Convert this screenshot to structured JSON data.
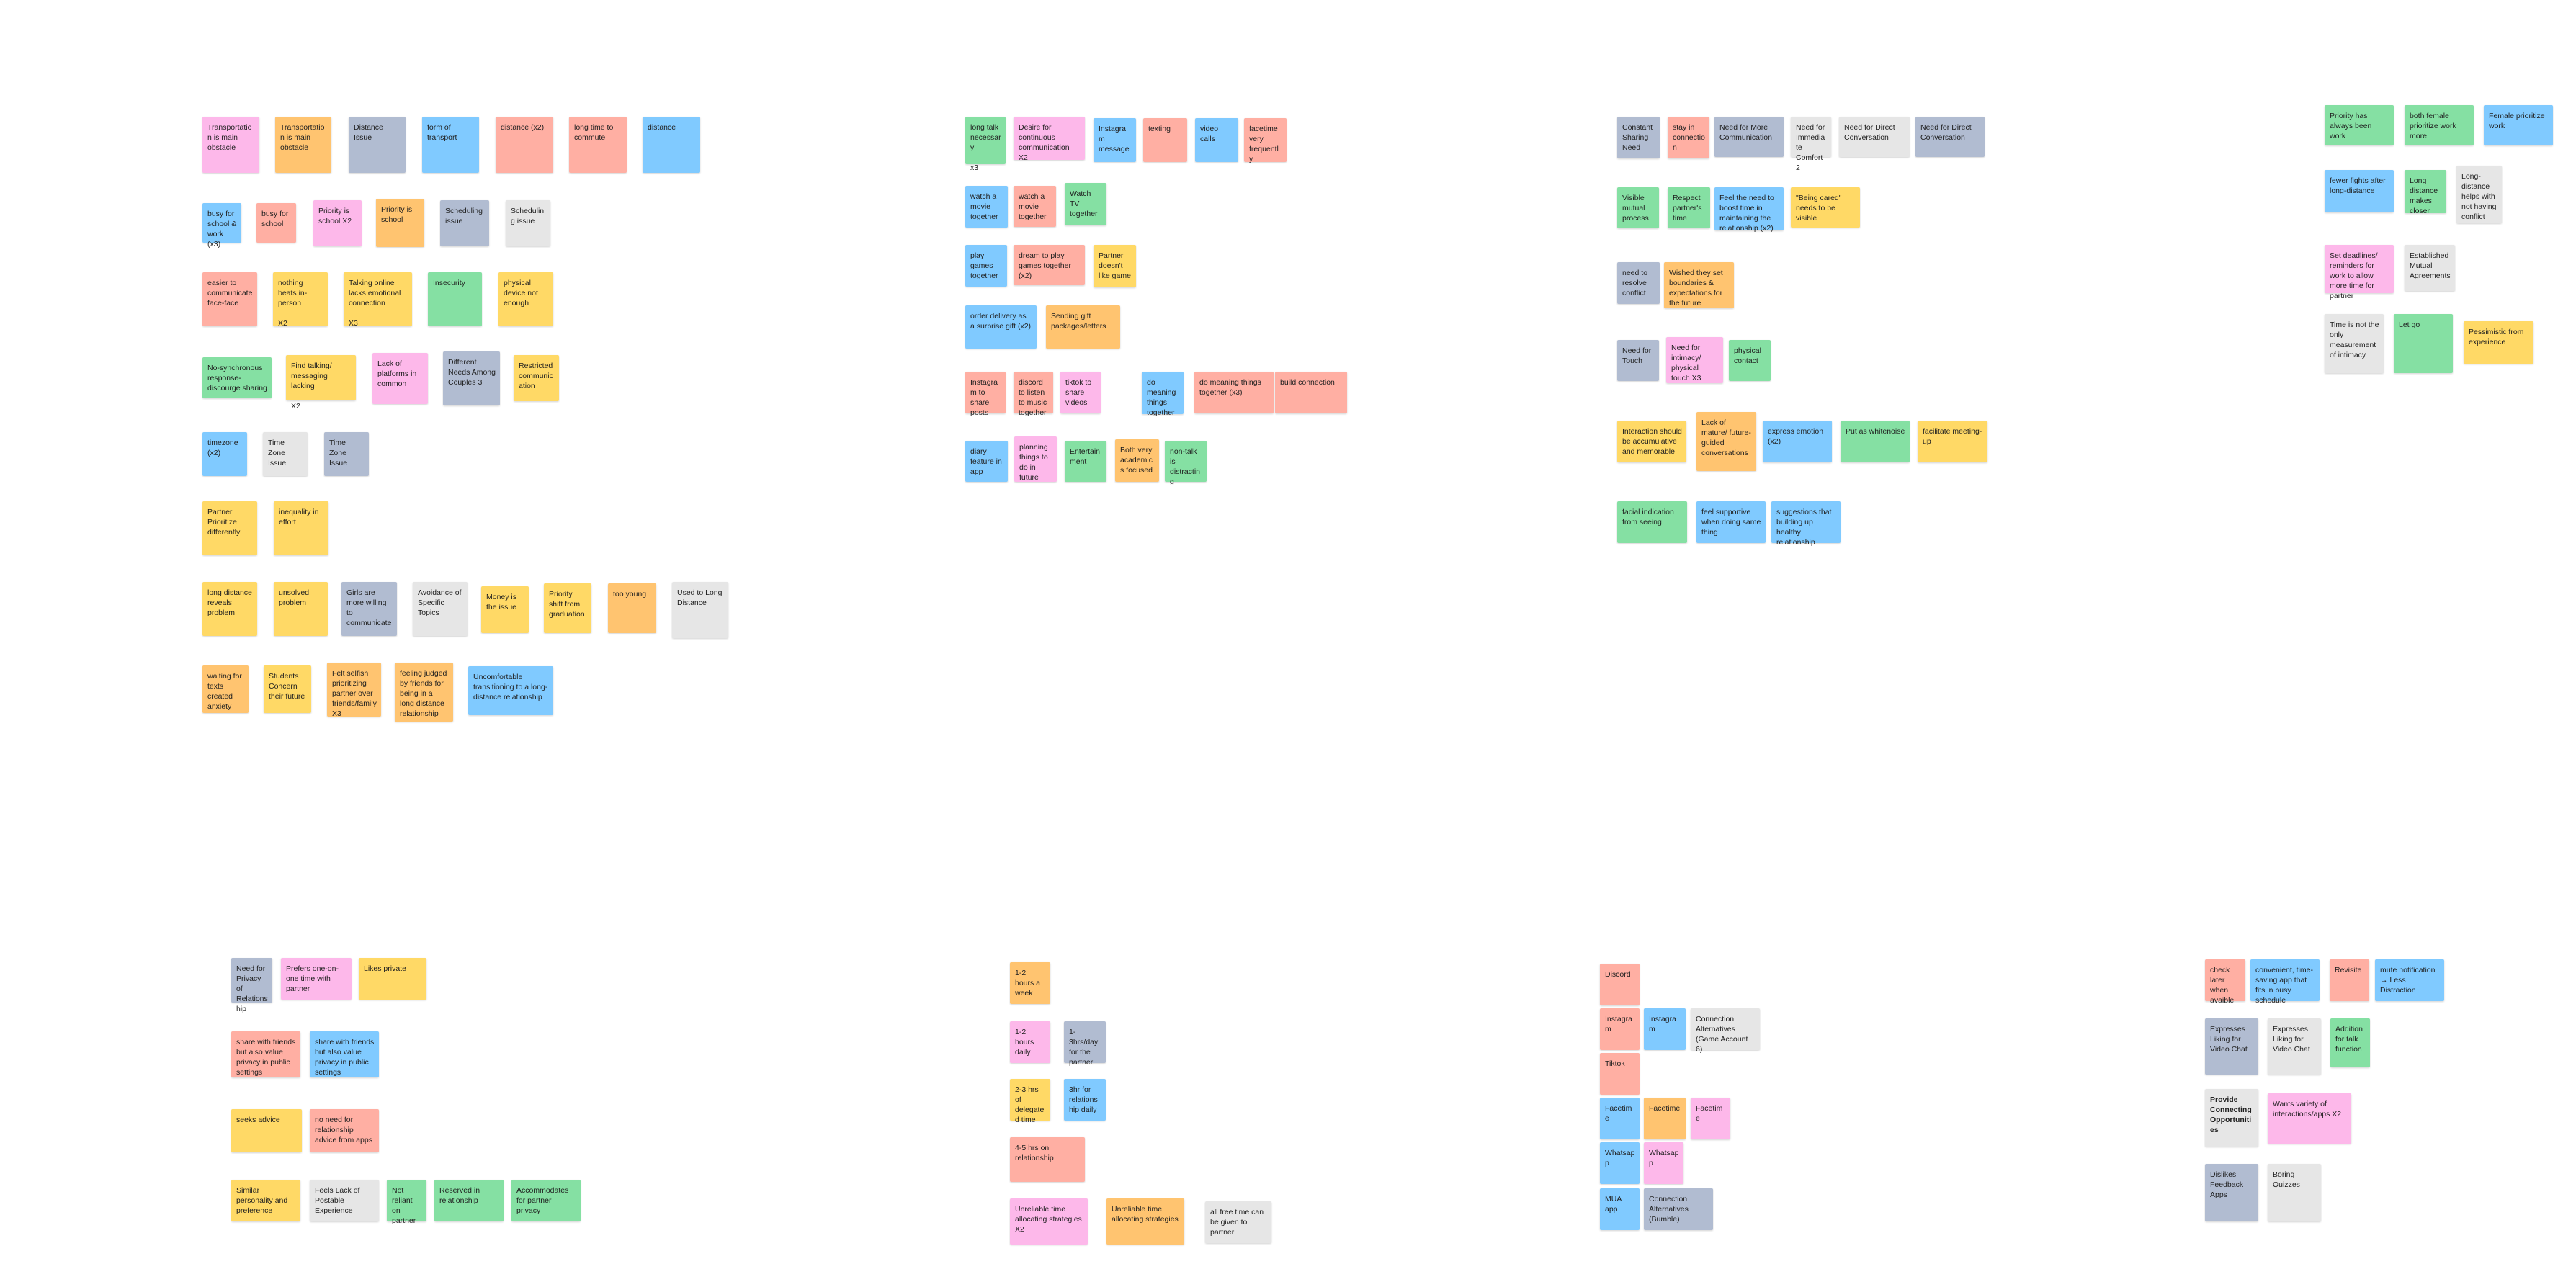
{
  "canvas": {
    "background": "#ffffff"
  },
  "palette": {
    "pink": "#fdb8ea",
    "orange": "#ffc470",
    "slate": "#b1bcd1",
    "blue": "#80caff",
    "salmon": "#ffafa3",
    "yellow": "#ffd966",
    "green": "#85e0a3",
    "gray": "#e6e6e6"
  },
  "notes": [
    {
      "text": "Transportation is main obstacle",
      "color": "pink"
    },
    {
      "text": "Transportation is main obstacle",
      "color": "orange"
    },
    {
      "text": "Distance Issue",
      "color": "slate"
    },
    {
      "text": "form of transport",
      "color": "blue"
    },
    {
      "text": "distance (x2)",
      "color": "salmon"
    },
    {
      "text": "long time to commute",
      "color": "salmon"
    },
    {
      "text": "distance",
      "color": "blue"
    },
    {
      "text": "busy for school & work (x3)",
      "color": "blue"
    },
    {
      "text": "busy for school",
      "color": "salmon"
    },
    {
      "text": "Priority is school X2",
      "color": "pink"
    },
    {
      "text": "Priority is school",
      "color": "orange"
    },
    {
      "text": "Scheduling issue",
      "color": "slate"
    },
    {
      "text": "Scheduling issue",
      "color": "gray"
    },
    {
      "text": "easier to communicate face-face",
      "color": "salmon"
    },
    {
      "text": "nothing beats in-person\n\nX2",
      "color": "yellow"
    },
    {
      "text": "Talking online lacks emotional connection\n\nX3",
      "color": "yellow"
    },
    {
      "text": "Insecurity",
      "color": "green"
    },
    {
      "text": "physical device not enough",
      "color": "yellow"
    },
    {
      "text": "No-synchronous response-discourge sharing",
      "color": "green"
    },
    {
      "text": "Find talking/ messaging lacking\n\nX2",
      "color": "yellow"
    },
    {
      "text": "Lack of platforms in common",
      "color": "pink"
    },
    {
      "text": "Different Needs Among Couples 3",
      "color": "slate"
    },
    {
      "text": "Restricted communication",
      "color": "yellow"
    },
    {
      "text": "timezone (x2)",
      "color": "blue"
    },
    {
      "text": "Time Zone Issue",
      "color": "gray"
    },
    {
      "text": "Time Zone Issue",
      "color": "slate"
    },
    {
      "text": "Partner Prioritize differently",
      "color": "yellow"
    },
    {
      "text": "inequality in effort",
      "color": "yellow"
    },
    {
      "text": "long distance reveals problem",
      "color": "yellow"
    },
    {
      "text": "unsolved problem",
      "color": "yellow"
    },
    {
      "text": "Girls are more willing to communicate",
      "color": "slate"
    },
    {
      "text": "Avoidance of Specific Topics",
      "color": "gray"
    },
    {
      "text": "Money is the issue",
      "color": "yellow"
    },
    {
      "text": "Priority shift from graduation",
      "color": "yellow"
    },
    {
      "text": "too young",
      "color": "orange"
    },
    {
      "text": "Used to Long Distance",
      "color": "gray"
    },
    {
      "text": "waiting for texts created anxiety",
      "color": "orange"
    },
    {
      "text": "Students Concern their future",
      "color": "yellow"
    },
    {
      "text": "Felt selfish prioritizing partner over friends/family X3",
      "color": "orange"
    },
    {
      "text": "feeling judged by friends for being in a long distance relationship",
      "color": "orange"
    },
    {
      "text": "Uncomfortable transitioning to a long-distance relationship",
      "color": "blue"
    },
    {
      "text": "long talk necessary\n\nx3",
      "color": "green"
    },
    {
      "text": "Desire for continuous communication X2",
      "color": "pink"
    },
    {
      "text": "Instagram message",
      "color": "blue"
    },
    {
      "text": "texting",
      "color": "salmon"
    },
    {
      "text": "video calls",
      "color": "blue"
    },
    {
      "text": "facetime very frequently",
      "color": "salmon"
    },
    {
      "text": "watch a movie together",
      "color": "blue"
    },
    {
      "text": "watch a movie together",
      "color": "salmon"
    },
    {
      "text": "Watch TV together",
      "color": "green"
    },
    {
      "text": "play games together",
      "color": "blue"
    },
    {
      "text": "dream to play games together (x2)",
      "color": "salmon"
    },
    {
      "text": "Partner doesn't like game",
      "color": "yellow"
    },
    {
      "text": "order delivery as a surprise gift (x2)",
      "color": "blue"
    },
    {
      "text": "Sending gift packages/letters",
      "color": "orange"
    },
    {
      "text": "Instagram to share posts",
      "color": "salmon"
    },
    {
      "text": "discord to listen to music together",
      "color": "salmon"
    },
    {
      "text": "tiktok to share videos",
      "color": "pink"
    },
    {
      "text": "do meaning things together",
      "color": "blue"
    },
    {
      "text": "do meaning things together (x3)",
      "color": "salmon"
    },
    {
      "text": "build connection",
      "color": "salmon"
    },
    {
      "text": "diary feature in app",
      "color": "blue"
    },
    {
      "text": "planning things to do in future",
      "color": "pink"
    },
    {
      "text": "Entertainment",
      "color": "green"
    },
    {
      "text": "Both very academics focused",
      "color": "orange"
    },
    {
      "text": "non-talk is distracting",
      "color": "green"
    },
    {
      "text": "Constant Sharing Need",
      "color": "slate"
    },
    {
      "text": "stay in connection",
      "color": "salmon"
    },
    {
      "text": "Need for More Communication",
      "color": "slate"
    },
    {
      "text": "Need for Immediate Comfort 2",
      "color": "gray"
    },
    {
      "text": "Need for Direct Conversation",
      "color": "gray"
    },
    {
      "text": "Need for Direct Conversation",
      "color": "slate"
    },
    {
      "text": "Visible mutual process",
      "color": "green"
    },
    {
      "text": "Respect partner's time",
      "color": "green"
    },
    {
      "text": "Feel the need to boost time in maintaining the relationship (x2)",
      "color": "blue"
    },
    {
      "text": "\"Being cared\" needs to be visible",
      "color": "yellow"
    },
    {
      "text": "need to resolve conflict",
      "color": "slate"
    },
    {
      "text": "Wished they set boundaries & expectations for the future",
      "color": "orange"
    },
    {
      "text": "Need for Touch",
      "color": "slate"
    },
    {
      "text": "Need for intimacy/ physical touch X3",
      "color": "pink"
    },
    {
      "text": "physical contact",
      "color": "green"
    },
    {
      "text": "Interaction should be accumulative and memorable",
      "color": "yellow"
    },
    {
      "text": "Lack of mature/ future-guided conversations",
      "color": "orange"
    },
    {
      "text": "express emotion (x2)",
      "color": "blue"
    },
    {
      "text": "Put as whitenoise",
      "color": "green"
    },
    {
      "text": "facilitate meeting-up",
      "color": "yellow"
    },
    {
      "text": "facial indication from seeing",
      "color": "green"
    },
    {
      "text": "feel supportive when doing same thing",
      "color": "blue"
    },
    {
      "text": "suggestions that building up healthy relationship",
      "color": "blue"
    },
    {
      "text": "Priority has always been work",
      "color": "green"
    },
    {
      "text": "both female prioritize work more",
      "color": "green"
    },
    {
      "text": "Female prioritize work",
      "color": "blue"
    },
    {
      "text": "fewer fights after long-distance",
      "color": "blue"
    },
    {
      "text": "Long distance makes closer",
      "color": "green"
    },
    {
      "text": "Long-distance helps with not having conflict",
      "color": "gray"
    },
    {
      "text": "Set deadlines/ reminders for work to allow more time for partner",
      "color": "pink"
    },
    {
      "text": "Established Mutual Agreements",
      "color": "gray"
    },
    {
      "text": "Time is not the only measurement of intimacy",
      "color": "gray"
    },
    {
      "text": "Let go",
      "color": "green"
    },
    {
      "text": "Pessimistic from experience",
      "color": "yellow"
    },
    {
      "text": "Need for Privacy of Relationship",
      "color": "slate"
    },
    {
      "text": "Prefers one-on-one time with partner",
      "color": "pink"
    },
    {
      "text": "Likes private",
      "color": "yellow"
    },
    {
      "text": "share with friends but also value privacy in public settings",
      "color": "salmon"
    },
    {
      "text": "share with friends but also value privacy in public settings",
      "color": "blue"
    },
    {
      "text": "seeks advice",
      "color": "yellow"
    },
    {
      "text": "no need for relationship advice from apps",
      "color": "salmon"
    },
    {
      "text": "Similar personality and preference",
      "color": "yellow"
    },
    {
      "text": "Feels Lack of Postable Experience",
      "color": "gray"
    },
    {
      "text": "Not reliant on partner",
      "color": "green"
    },
    {
      "text": "Reserved in relationship",
      "color": "green"
    },
    {
      "text": "Accommodates for partner privacy",
      "color": "green"
    },
    {
      "text": "1-2 hours a week",
      "color": "orange"
    },
    {
      "text": "1-2 hours daily",
      "color": "pink"
    },
    {
      "text": "1-3hrs/day for the partner",
      "color": "slate"
    },
    {
      "text": "2-3 hrs of delegated time",
      "color": "yellow"
    },
    {
      "text": "3hr for relationship daily",
      "color": "blue"
    },
    {
      "text": "4-5 hrs on relationship",
      "color": "salmon"
    },
    {
      "text": "Unreliable time allocating strategies X2",
      "color": "pink"
    },
    {
      "text": "Unreliable time allocating strategies",
      "color": "orange"
    },
    {
      "text": "all free time can be given to partner",
      "color": "gray"
    },
    {
      "text": "Discord",
      "color": "salmon"
    },
    {
      "text": "Instagram",
      "color": "salmon"
    },
    {
      "text": "Instagram",
      "color": "blue"
    },
    {
      "text": "Connection Alternatives (Game Account 6)",
      "color": "gray"
    },
    {
      "text": "Tiktok",
      "color": "salmon"
    },
    {
      "text": "Facetime",
      "color": "blue"
    },
    {
      "text": "Facetime",
      "color": "orange"
    },
    {
      "text": "Facetime",
      "color": "pink"
    },
    {
      "text": "Whatsapp",
      "color": "blue"
    },
    {
      "text": "Whatsapp",
      "color": "pink"
    },
    {
      "text": "MUA app",
      "color": "blue"
    },
    {
      "text": "Connection Alternatives (Bumble)",
      "color": "slate"
    },
    {
      "text": "check later when avaible",
      "color": "salmon"
    },
    {
      "text": "convenient, time-saving app that fits in busy schedule",
      "color": "blue"
    },
    {
      "text": "Revisite",
      "color": "salmon"
    },
    {
      "text": "mute notification → Less Distraction",
      "color": "blue"
    },
    {
      "text": "Expresses Liking for Video Chat",
      "color": "slate"
    },
    {
      "text": "Expresses Liking for Video Chat",
      "color": "gray"
    },
    {
      "text": "Addition for talk function",
      "color": "green"
    },
    {
      "text": "Provide Connecting Opportunities",
      "color": "gray",
      "bold": true
    },
    {
      "text": "Wants variety of interactions/apps X2",
      "color": "pink"
    },
    {
      "text": "Dislikes Feedback Apps",
      "color": "slate"
    },
    {
      "text": "Boring Quizzes",
      "color": "gray"
    }
  ]
}
